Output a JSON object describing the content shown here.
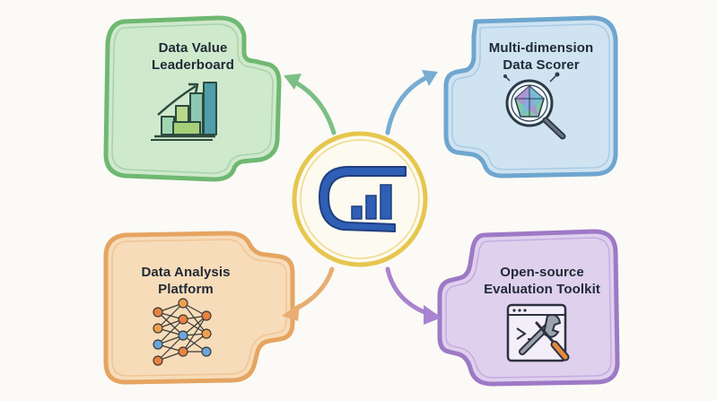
{
  "cards": [
    {
      "id": "leaderboard",
      "title_lines": [
        "Data Value",
        "Leaderboard"
      ],
      "icon": "bar-chart-growth-icon",
      "color": "#6fb872",
      "fill": "#cfe9cc"
    },
    {
      "id": "scorer",
      "title_lines": [
        "Multi-dimension",
        "Data Scorer"
      ],
      "icon": "magnifier-gem-icon",
      "color": "#6ea6cf",
      "fill": "#cfe3f1"
    },
    {
      "id": "platform",
      "title_lines": [
        "Data Analysis",
        "Platform"
      ],
      "icon": "neural-network-icon",
      "color": "#e5a562",
      "fill": "#f7dcb9"
    },
    {
      "id": "toolkit",
      "title_lines": [
        "Open-source",
        "Evaluation Toolkit"
      ],
      "icon": "wrench-screwdriver-window-icon",
      "color": "#9e79c6",
      "fill": "#dfd0ee"
    }
  ],
  "hub": {
    "icon": "logo-chart-icon",
    "ring_color": "#e6c64d",
    "logo_color": "#2f5fb5"
  }
}
